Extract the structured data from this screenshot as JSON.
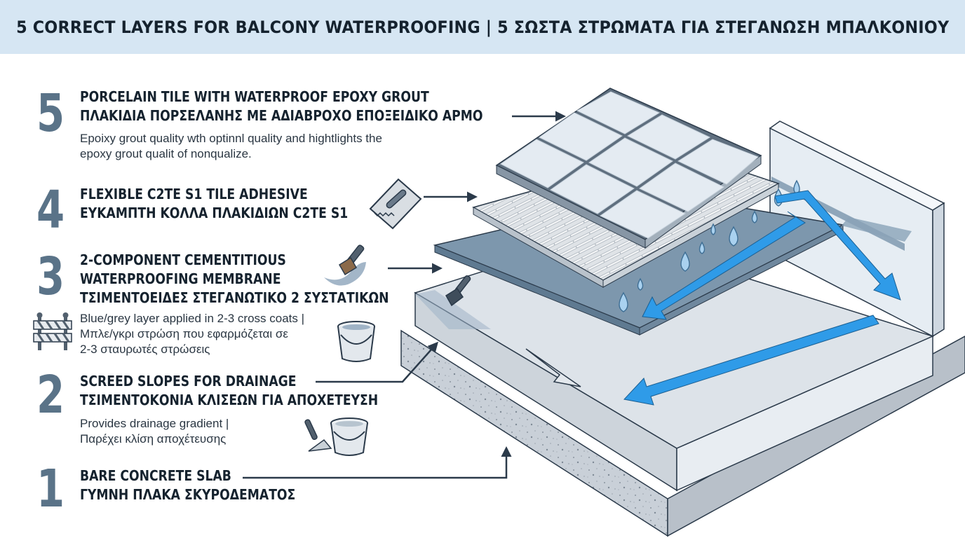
{
  "title": "5 CORRECT LAYERS FOR BALCONY WATERPROOFING | 5 ΣΩΣΤΑ ΣΤΡΩΜΑΤΑ ΓΙΑ ΣΤΕΓΑΝΩΣΗ ΜΠΑΛΚΟΝΙΟΥ",
  "layers": [
    {
      "number": "5",
      "title_en": "PORCELAIN TILE WITH WATERPROOF EPOXY GROUT",
      "title_gr": "ΠΛΑΚΙΔΙΑ ΠΟΡΣΕΛΑΝΗΣ ΜΕ ΑΔΙΑΒΡΟΧΟ ΕΠΟΞΕΙΔΙΚΟ ΑΡΜΟ",
      "desc_line1": "Epoixy grout quality wth optinnl quality and hightlights the",
      "desc_line2": "epoxy grout qualit of nonqualize."
    },
    {
      "number": "4",
      "title_en": "FLEXIBLE C2TE S1 TILE ADHESIVE",
      "title_gr": "ΕΥΚΑΜΠΤΗ ΚΟΛΛΑ ΠΛΑΚΙΔΙΩΝ C2TE S1"
    },
    {
      "number": "3",
      "title_line1": "2-COMPONENT CEMENTITIOUS",
      "title_line2": "WATERPROOFING MEMBRANE",
      "title_gr": "ΤΣΙΜΕΝΤΟΕΙΔΕΣ ΣΤΕΓΑΝΩΤΙΚΟ 2 ΣΥΣΤΑΤΙΚΩΝ",
      "desc_line1": "Blue/grey layer applied in 2-3 cross coats |",
      "desc_line2": "Μπλε/γκρι στρώση που εφαρμόζεται σε",
      "desc_line3": "2-3 σταυρωτές στρώσεις"
    },
    {
      "number": "2",
      "title_en": "SCREED SLOPES FOR DRAINAGE",
      "title_gr": "ΤΣΙΜΕΝΤΟΚΟΝΙΑ ΚΛΙΣΕΩΝ ΓΙΑ ΑΠΟΧΕΤΕΥΣΗ",
      "desc_line1": "Provides drainage gradient |",
      "desc_line2": "Παρέχει κλίση αποχέτευσης"
    },
    {
      "number": "1",
      "title_en": "BARE CONCRETE SLAB",
      "title_gr": "ΓΥΜΝΗ ΠΛΑΚΑ ΣΚΥΡΟΔΕΜΑΤΟΣ"
    }
  ],
  "colors": {
    "header_bg": "#d6e6f3",
    "number": "#5a7388",
    "membrane": "#7d97ad",
    "water_arrow": "#2f9be8",
    "tile": "#e4ebf2",
    "grout": "#5f6f7f",
    "concrete": "#c7ced6"
  },
  "icons": [
    "trowel-notched-icon",
    "paintbrush-icon",
    "barrier-icon",
    "bucket-icon",
    "trowel-icon",
    "water-drop-icon"
  ]
}
